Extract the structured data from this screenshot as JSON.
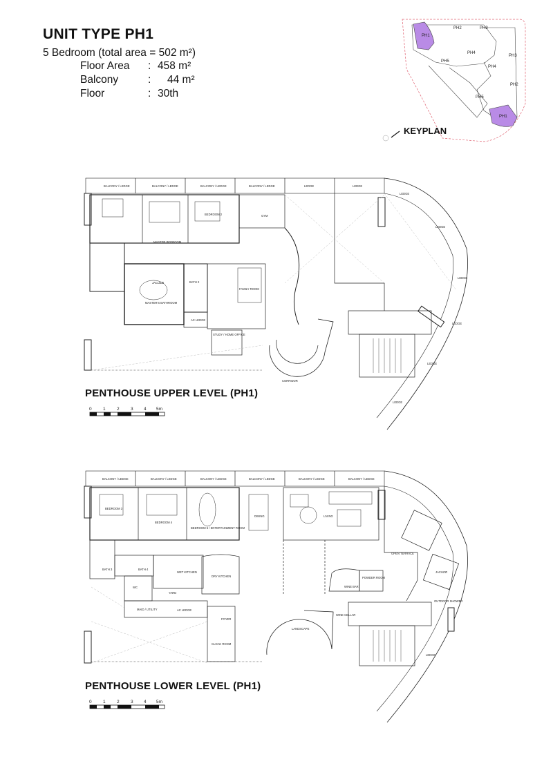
{
  "header": {
    "title": "UNIT TYPE PH1",
    "subtitle": "5 Bedroom (total area = 502 m²)",
    "specs": [
      {
        "label": "Floor Area",
        "value": "458 m²"
      },
      {
        "label": "Balcony",
        "value": "44 m²"
      },
      {
        "label": "Floor",
        "value": "30th"
      }
    ]
  },
  "keyplan": {
    "label": "KEYPLAN",
    "units": [
      "PH1",
      "PH2",
      "PH3",
      "PH4",
      "PH5",
      "PH4",
      "PH3",
      "PH2",
      "PH5",
      "PH1"
    ],
    "highlight_color": "#b98be6"
  },
  "upper": {
    "title": "PENTHOUSE UPPER LEVEL (PH1)",
    "rooms": [
      "BALCONY / LEDGE",
      "BALCONY / LEDGE",
      "BALCONY / LEDGE",
      "BALCONY / LEDGE",
      "LEDGE",
      "LEDGE",
      "LEDGE",
      "LEDGE",
      "LEDGE",
      "LEDGE",
      "LEDGE",
      "LEDGE",
      "MASTER BEDROOM",
      "BEDROOM 2",
      "GYM",
      "JACUZZI",
      "MASTER'S BATHROOM",
      "BATH 2",
      "FAMILY ROOM",
      "AC LEDGE",
      "STUDY / HOME OFFICE",
      "CORRIDOR"
    ]
  },
  "lower": {
    "title": "PENTHOUSE LOWER LEVEL (PH1)",
    "rooms": [
      "BALCONY / LEDGE",
      "BALCONY / LEDGE",
      "BALCONY / LEDGE",
      "BALCONY / LEDGE",
      "BALCONY / LEDGE",
      "BALCONY / LEDGE",
      "BEDROOM 3",
      "BEDROOM 4",
      "BEDROOM 5 / ENTERTAINMENT ROOM",
      "DINING",
      "LIVING",
      "OPEN TERRACE",
      "JACUZZI",
      "BATH 3",
      "BATH 4",
      "WC",
      "WET KITCHEN",
      "DRY KITCHEN",
      "YARD",
      "MAID / UTILITY",
      "AC LEDGE",
      "FOYER",
      "CLOAK ROOM",
      "LANDSCAPE",
      "WINE BAR",
      "POWDER ROOM",
      "WINE CELLAR",
      "OUTDOOR SHOWER",
      "LEDGE"
    ]
  },
  "scale": {
    "ticks": [
      "0",
      "1",
      "2",
      "3",
      "4",
      "5m"
    ]
  }
}
